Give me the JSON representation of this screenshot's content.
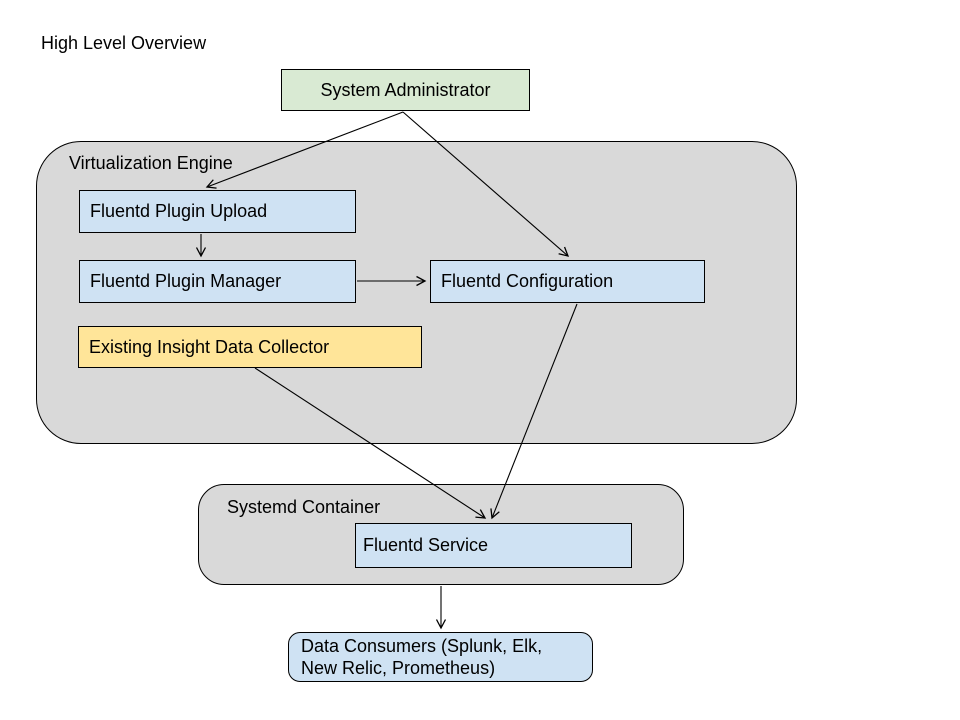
{
  "title": "High Level Overview",
  "colors": {
    "node_green": "#d9ead3",
    "node_blue": "#cfe2f3",
    "node_yellow": "#ffe599",
    "container_gray": "#d9d9d9",
    "border": "#000000",
    "edge": "#000000",
    "background": "#ffffff"
  },
  "containers": {
    "virtualization_engine": {
      "label": "Virtualization Engine"
    },
    "systemd_container": {
      "label": "Systemd Container"
    }
  },
  "nodes": {
    "system_administrator": {
      "label": "System Administrator",
      "fill": "#d9ead3"
    },
    "fluentd_plugin_upload": {
      "label": "Fluentd Plugin Upload",
      "fill": "#cfe2f3"
    },
    "fluentd_plugin_manager": {
      "label": "Fluentd Plugin Manager",
      "fill": "#cfe2f3"
    },
    "fluentd_configuration": {
      "label": "Fluentd Configuration",
      "fill": "#cfe2f3"
    },
    "existing_insight_data_collector": {
      "label": "Existing Insight Data Collector",
      "fill": "#ffe599"
    },
    "fluentd_service": {
      "label": "Fluentd Service",
      "fill": "#cfe2f3"
    },
    "data_consumers": {
      "label": "Data Consumers (Splunk, Elk, New Relic, Prometheus)",
      "fill": "#cfe2f3"
    }
  },
  "edges": [
    {
      "from": "system_administrator",
      "to": "fluentd_plugin_upload"
    },
    {
      "from": "system_administrator",
      "to": "fluentd_configuration"
    },
    {
      "from": "fluentd_plugin_upload",
      "to": "fluentd_plugin_manager"
    },
    {
      "from": "fluentd_plugin_manager",
      "to": "fluentd_configuration"
    },
    {
      "from": "existing_insight_data_collector",
      "to": "fluentd_service"
    },
    {
      "from": "fluentd_configuration",
      "to": "fluentd_service"
    },
    {
      "from": "systemd_container",
      "to": "data_consumers"
    }
  ]
}
